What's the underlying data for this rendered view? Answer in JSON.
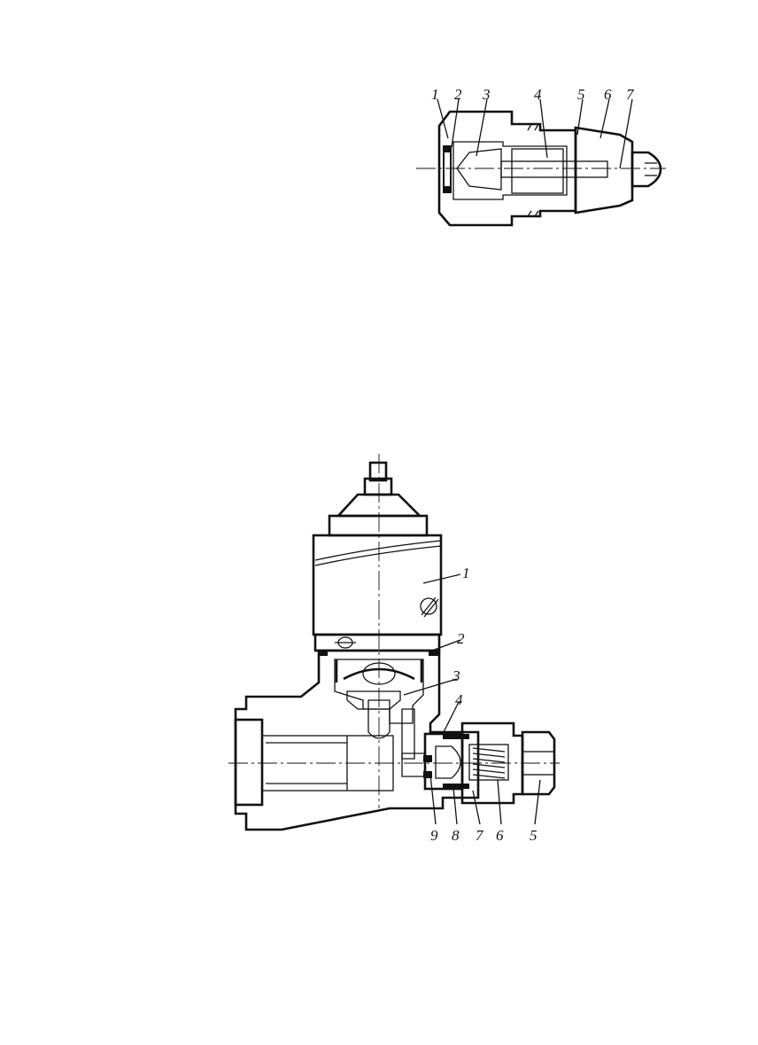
{
  "figures": [
    {
      "id": "upper-drawing",
      "labels": [
        "1",
        "2",
        "3",
        "4",
        "5",
        "6",
        "7"
      ]
    },
    {
      "id": "lower-drawing",
      "labels_top": [
        "1",
        "2",
        "3",
        "4"
      ],
      "labels_bottom": [
        "9",
        "8",
        "7",
        "6",
        "5"
      ]
    }
  ],
  "colors": {
    "ink": "#111111",
    "paper": "#ffffff"
  }
}
